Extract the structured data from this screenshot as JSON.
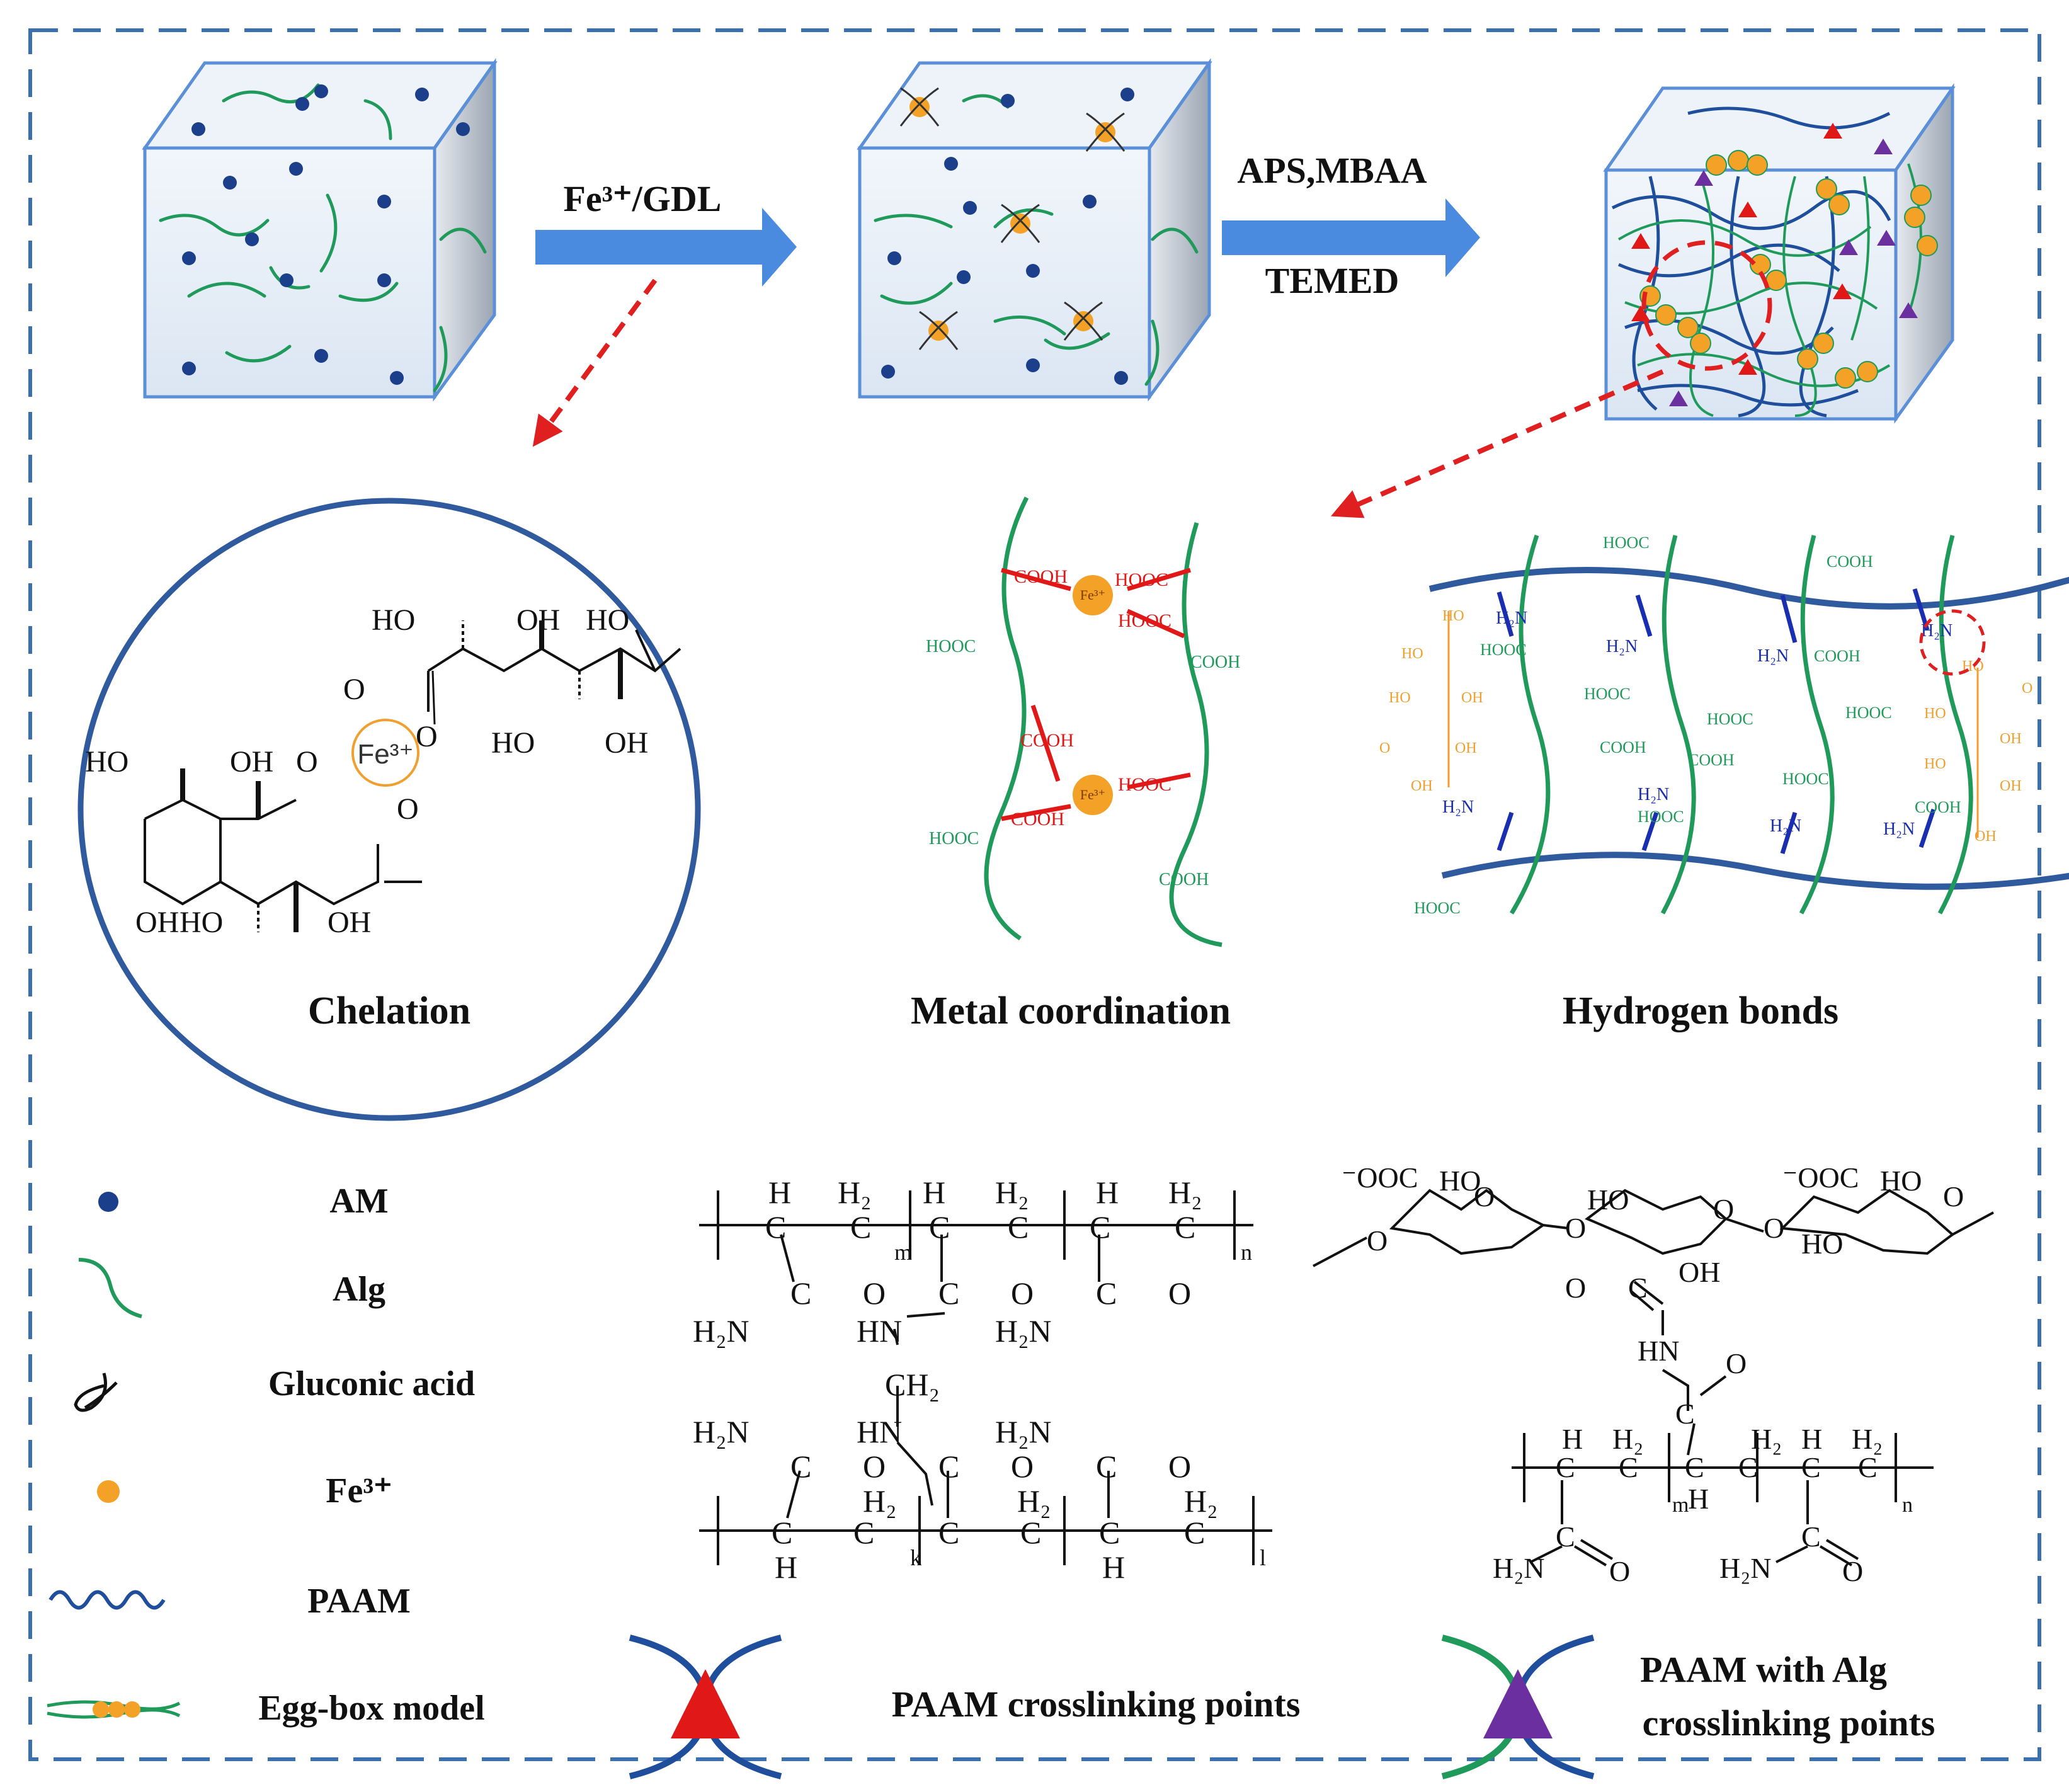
{
  "steps": {
    "arrow1_label": "Fe³⁺/GDL",
    "arrow2_label_top": "APS,MBAA",
    "arrow2_label_bottom": "TEMED"
  },
  "panels": {
    "chelation": "Chelation",
    "metal_coordination": "Metal coordination",
    "hydrogen_bonds": "Hydrogen bonds"
  },
  "chelation_molecule": {
    "hydroxyl": "HO",
    "oh": "OH",
    "oxide": "O",
    "iron": "Fe³⁺"
  },
  "metal_coordination_labels": {
    "acid": "COOH",
    "acid_reverse": "HOOC",
    "iron": "Fe³⁺"
  },
  "hydrogen_bond_labels": {
    "amine": "H₂N",
    "acid": "COOH",
    "acid_reverse": "HOOC",
    "hydroxyl": "HO",
    "oh": "OH",
    "oxide": "O"
  },
  "legend": {
    "items": [
      "AM",
      "Alg",
      "Gluconic acid",
      "Fe³⁺",
      "PAAM",
      "Egg-box model"
    ],
    "crosslink_paam": "PAAM  crosslinking points",
    "crosslink_alg_line1": "PAAM with Alg",
    "crosslink_alg_line2": "crosslinking points"
  },
  "structure_labels": {
    "h": "H",
    "h2": "H₂",
    "c": "C",
    "o": "O",
    "h2n": "H₂N",
    "hn": "HN",
    "ch2": "CH₂",
    "m": "m",
    "n": "n",
    "k": "k",
    "l": "l",
    "coo": "⁻OOC",
    "ho": "HO",
    "oh": "OH"
  },
  "colors": {
    "frame": "#3a6fb0",
    "cube_face": "#dce8f6",
    "cube_edge": "#5b8fd8",
    "am_dot": "#1c3f8c",
    "alg_chain": "#1f9a5a",
    "iron": "#f4a127",
    "arrow_blue": "#4a8be0",
    "arrow_red": "#e02020",
    "circle": "#2f5a9e",
    "paam_chain": "#1f4f9c",
    "paam_xlink": "#e01818",
    "alg_xlink": "#6b2fa0",
    "coord_red": "#e01818",
    "gdl_orange": "#f0a030",
    "amine_blue": "#1a2fb0"
  }
}
